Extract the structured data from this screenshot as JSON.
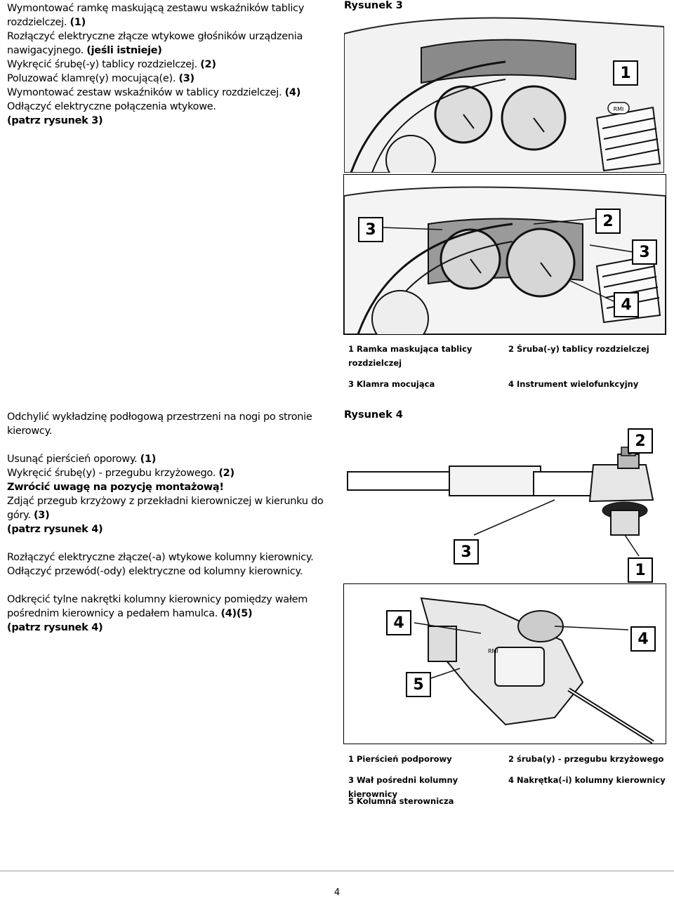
{
  "section1": {
    "paragraphs": [
      [
        {
          "t": "Wymontować ramkę maskującą zestawu wskaźników tablicy rozdzielczej. ",
          "b": false
        },
        {
          "t": "(1)",
          "b": true
        }
      ],
      [
        {
          "t": "Rozłączyć elektryczne złącze wtykowe głośników urządzenia nawigacyjnego. ",
          "b": false
        },
        {
          "t": "(jeśli istnieje)",
          "b": true
        }
      ],
      [
        {
          "t": "Wykręcić śrubę(-y) tablicy rozdzielczej. ",
          "b": false
        },
        {
          "t": "(2)",
          "b": true
        }
      ],
      [
        {
          "t": "Poluzować klamrę(y) mocującą(e). ",
          "b": false
        },
        {
          "t": "(3)",
          "b": true
        }
      ],
      [
        {
          "t": "Wymontować zestaw wskaźników w tablicy rozdzielczej. ",
          "b": false
        },
        {
          "t": "(4)",
          "b": true
        }
      ],
      [
        {
          "t": "Odłączyć elektryczne połączenia wtykowe.",
          "b": false
        }
      ],
      [
        {
          "t": "(patrz rysunek 3)",
          "b": true
        }
      ]
    ]
  },
  "section2": {
    "groups": [
      [
        [
          {
            "t": "Odchylić wykładzinę podłogową przestrzeni na nogi po stronie kierowcy.",
            "b": false
          }
        ]
      ],
      [
        [
          {
            "t": "Usunąć pierścień oporowy. ",
            "b": false
          },
          {
            "t": "(1)",
            "b": true
          }
        ],
        [
          {
            "t": "Wykręcić śrubę(y) - przegubu krzyżowego. ",
            "b": false
          },
          {
            "t": "(2)",
            "b": true
          }
        ],
        [
          {
            "t": "Zwrócić uwagę na pozycję montażową!",
            "b": true
          }
        ],
        [
          {
            "t": "Zdjąć przegub krzyżowy z przekładni kierowniczej w kierunku do góry. ",
            "b": false
          },
          {
            "t": "(3)",
            "b": true
          }
        ],
        [
          {
            "t": "(patrz rysunek 4)",
            "b": true
          }
        ]
      ],
      [
        [
          {
            "t": "Rozłączyć elektryczne złącze(-a) wtykowe kolumny kierownicy.",
            "b": false
          }
        ],
        [
          {
            "t": "Odłączyć przewód(-ody) elektryczne od kolumny kierownicy.",
            "b": false
          }
        ]
      ],
      [
        [
          {
            "t": "Odkręcić tylne nakrętki kolumny kierownicy pomiędzy wałem pośrednim kierownicy a pedałem hamulca. ",
            "b": false
          },
          {
            "t": "(4)(5)",
            "b": true
          }
        ],
        [
          {
            "t": "(patrz rysunek 4)",
            "b": true
          }
        ]
      ]
    ]
  },
  "figure3": {
    "title": "Rysunek 3",
    "badges_top": [
      "1"
    ],
    "badges_bottom": [
      "3",
      "2",
      "3",
      "4"
    ],
    "rmi_label": "RMI",
    "captions": {
      "c1": "1 Ramka maskująca tablicy rozdzielczej",
      "c2": "2 Śruba(-y) tablicy rozdzielczej",
      "c3": "3 Klamra mocująca",
      "c4": "4 Instrument wielofunkcyjny"
    }
  },
  "figure4": {
    "title": "Rysunek 4",
    "badges_top": [
      "2",
      "3",
      "1"
    ],
    "badges_bottom": [
      "4",
      "4",
      "5"
    ],
    "rmi_label": "RMI",
    "captions": {
      "c1": "1 Pierścień podporowy",
      "c2": "2 śruba(y) - przegubu krzyżowego",
      "c3": "3 Wał pośredni kolumny kierownicy",
      "c4": "4 Nakrętka(-i) kolumny kierownicy",
      "c5": "5 Kolumna sterownicza"
    }
  },
  "page_number": "4"
}
